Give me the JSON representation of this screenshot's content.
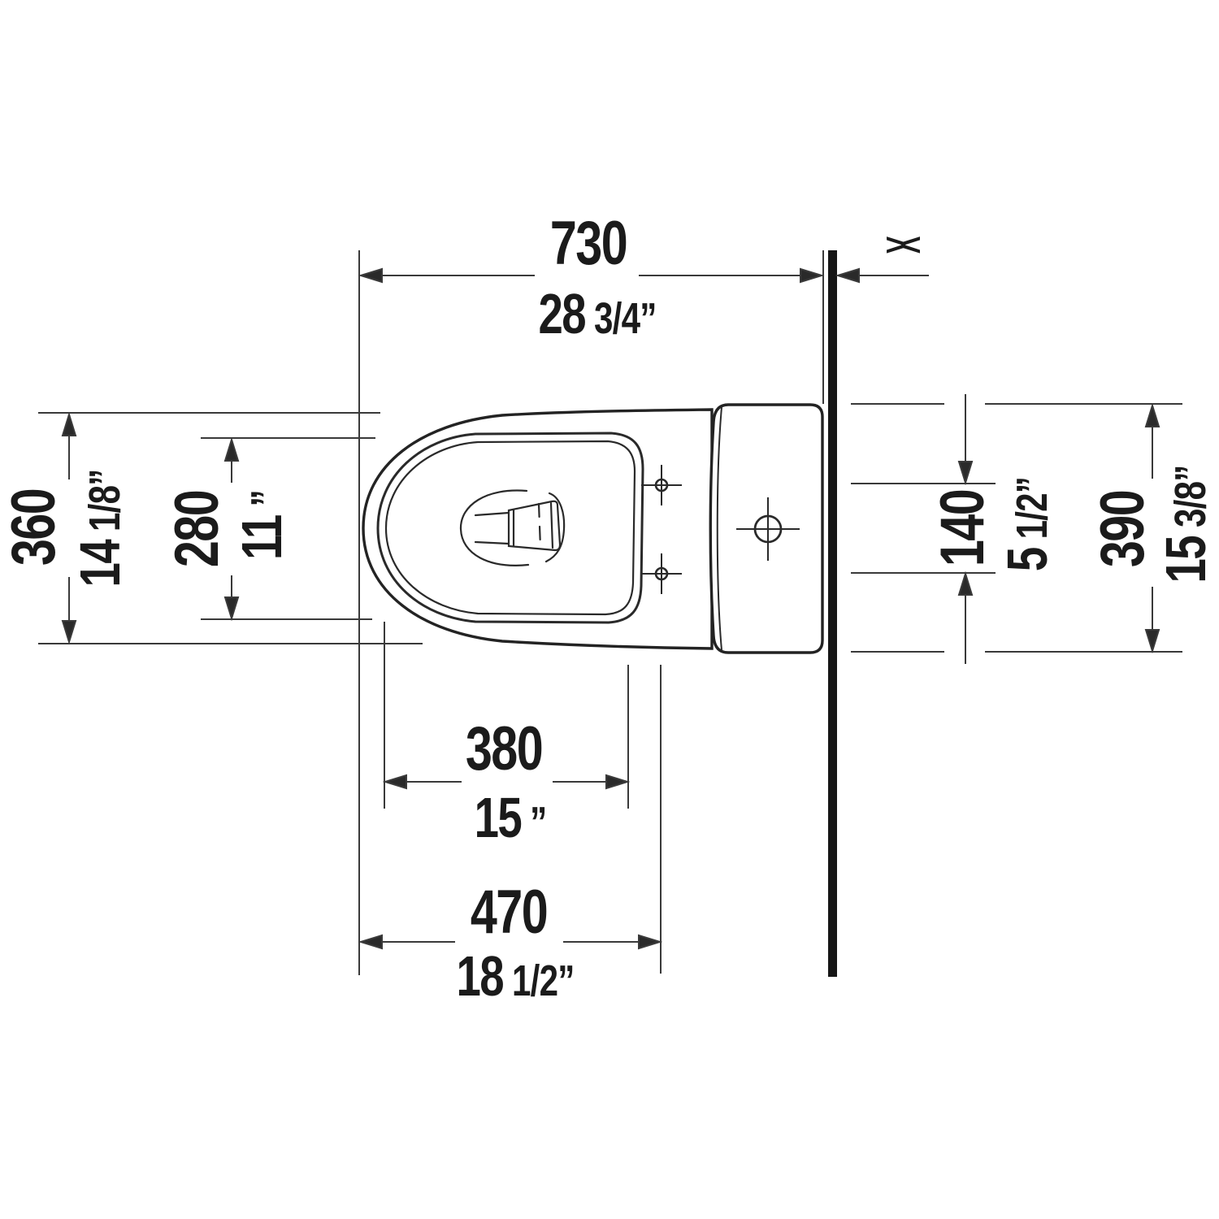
{
  "diagram": {
    "dims": {
      "top_width": {
        "mm": "730",
        "in_main": "28",
        "in_frac": "3/4”"
      },
      "bowl_depth": {
        "mm": "360",
        "in_main": "14",
        "in_frac": "1/8”"
      },
      "opening_depth": {
        "mm": "280",
        "in_main": "11",
        "in_frac": "”"
      },
      "bolt_spacing": {
        "mm": "140",
        "in_main": "5",
        "in_frac": "1/2”"
      },
      "tank_width": {
        "mm": "390",
        "in_main": "15",
        "in_frac": "3/8”"
      },
      "opening_width": {
        "mm": "380",
        "in_main": "15",
        "in_frac": "”"
      },
      "bowl_width": {
        "mm": "470",
        "in_main": "18",
        "in_frac": "1/2”"
      }
    },
    "symbols": {
      "wall_break": "><"
    },
    "colors": {
      "line": "#3a3a3a",
      "ink": "#1b1b1b",
      "wall": "#161616"
    }
  }
}
